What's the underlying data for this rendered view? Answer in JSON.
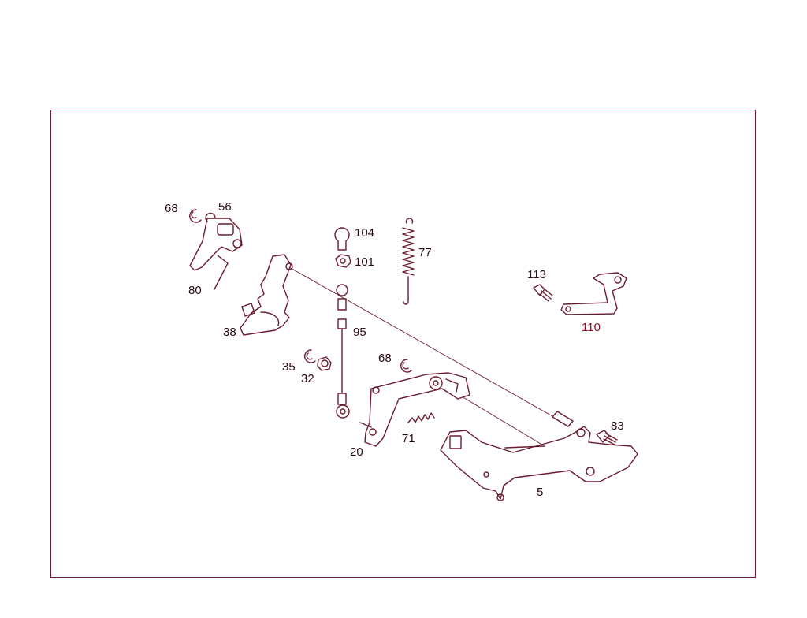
{
  "diagram": {
    "callouts": {
      "c68a": "68",
      "c56": "56",
      "c80": "80",
      "c38": "38",
      "c104": "104",
      "c101": "101",
      "c77": "77",
      "c95": "95",
      "c35": "35",
      "c32": "32",
      "c68b": "68",
      "c71": "71",
      "c20": "20",
      "c113": "113",
      "c110": "110",
      "c83": "83",
      "c5": "5"
    }
  },
  "colors": {
    "line": "#6b1b2d",
    "text": "#2b0b12",
    "accent": "#8a0c23"
  }
}
